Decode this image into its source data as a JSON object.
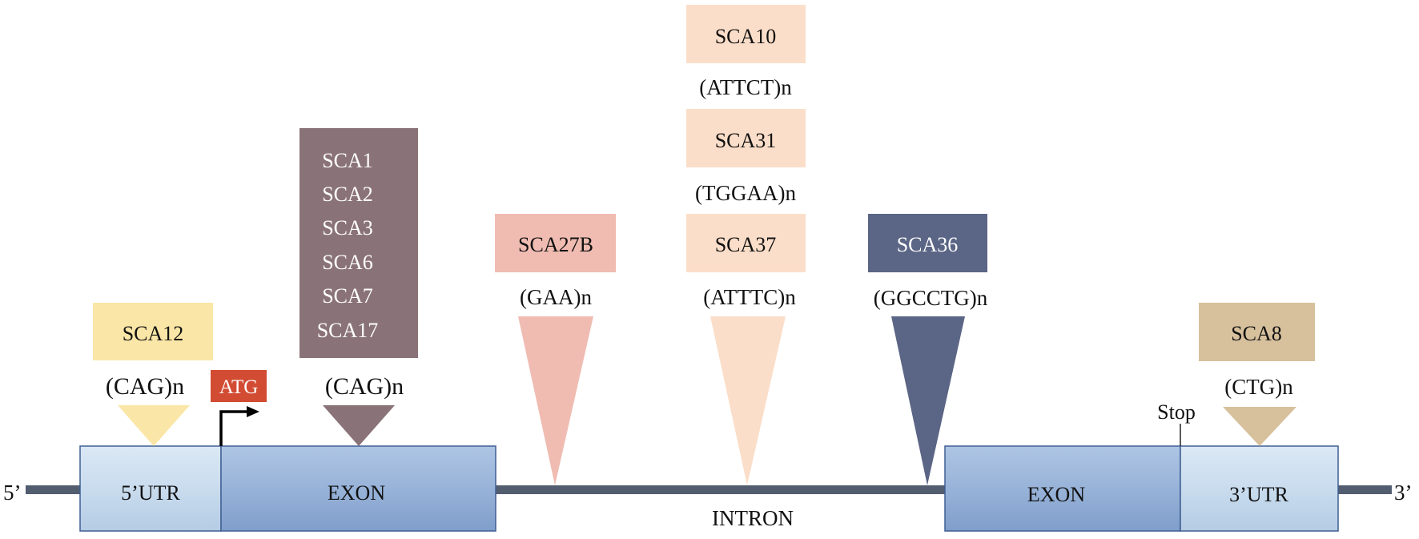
{
  "ends": {
    "five_prime": "5’",
    "three_prime": "3’"
  },
  "regions": {
    "utr5": "5’UTR",
    "exon1": "EXON",
    "intron": "INTRON",
    "exon2": "EXON",
    "utr3": "3’UTR"
  },
  "markers": {
    "atg": "ATG",
    "stop": "Stop"
  },
  "loci": {
    "sca12": {
      "label": "SCA12",
      "repeat": "(CAG)n"
    },
    "exon_group": {
      "labels": [
        "SCA1",
        "SCA2",
        "SCA3",
        "SCA6",
        "SCA7",
        "SCA17"
      ],
      "repeat": "(CAG)n"
    },
    "sca27b": {
      "label": "SCA27B",
      "repeat": "(GAA)n"
    },
    "intron_stack": {
      "sca10": "SCA10",
      "sca10_repeat": "(ATTCT)n",
      "sca31": "SCA31",
      "sca31_repeat": "(TGGAA)n",
      "sca37": "SCA37",
      "sca37_repeat": "(ATTTC)n"
    },
    "sca36": {
      "label": "SCA36",
      "repeat": "(GGCCTG)n"
    },
    "sca8": {
      "label": "SCA8",
      "repeat": "(CTG)n"
    }
  },
  "colors": {
    "backbone": "#525e70",
    "utr_fill": "#c9dcee",
    "exon_fill": "#98b3d8",
    "region_border": "#3f5f93",
    "sca12": "#fae6a6",
    "exon_group": "#8a7378",
    "sca27b": "#f0bcb2",
    "intron_stack": "#fbdec9",
    "sca36": "#5b6585",
    "sca8": "#d7c09c",
    "atg": "#d24c33"
  }
}
